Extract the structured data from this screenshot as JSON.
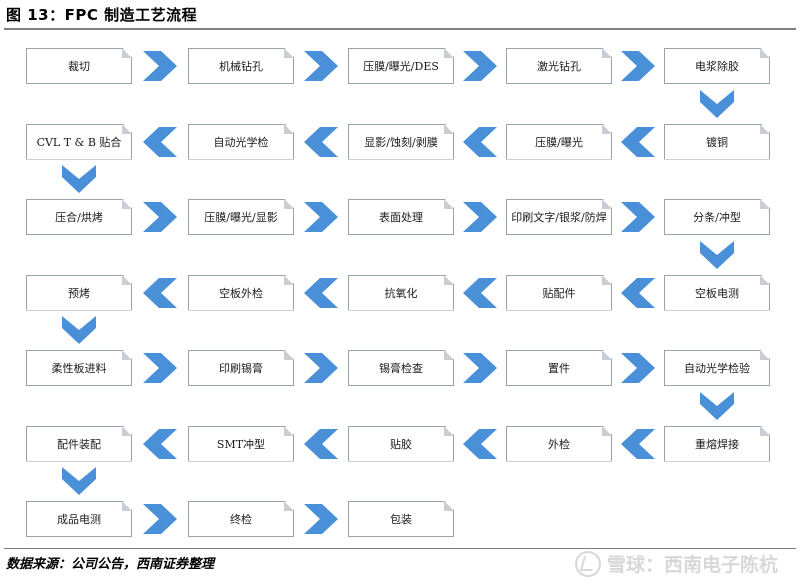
{
  "figure": {
    "title": "图 13：FPC 制造工艺流程",
    "source": "数据来源：公司公告，西南证券整理",
    "watermark": "雪球：西南电子陈杭"
  },
  "colors": {
    "arrow": "#4a90d9",
    "box_border": "#9aa3ad"
  },
  "rows": [
    [
      "裁切",
      "机械钻孔",
      "压膜/曝光/DES",
      "激光钻孔",
      "电浆除胶"
    ],
    [
      "CVL T & B 贴合",
      "自动光学检",
      "显影/蚀刻/剥膜",
      "压膜/曝光",
      "镀铜"
    ],
    [
      "压合/烘烤",
      "压膜/曝光/显影",
      "表面处理",
      "印刷文字/银浆/防焊",
      "分条/冲型"
    ],
    [
      "预烤",
      "空板外检",
      "抗氧化",
      "贴配件",
      "空板电测"
    ],
    [
      "柔性板进料",
      "印刷锡膏",
      "锡膏检查",
      "置件",
      "自动光学检验"
    ],
    [
      "配件装配",
      "SMT冲型",
      "贴胶",
      "外检",
      "重熔焊接"
    ],
    [
      "成品电测",
      "终检",
      "包装"
    ]
  ]
}
